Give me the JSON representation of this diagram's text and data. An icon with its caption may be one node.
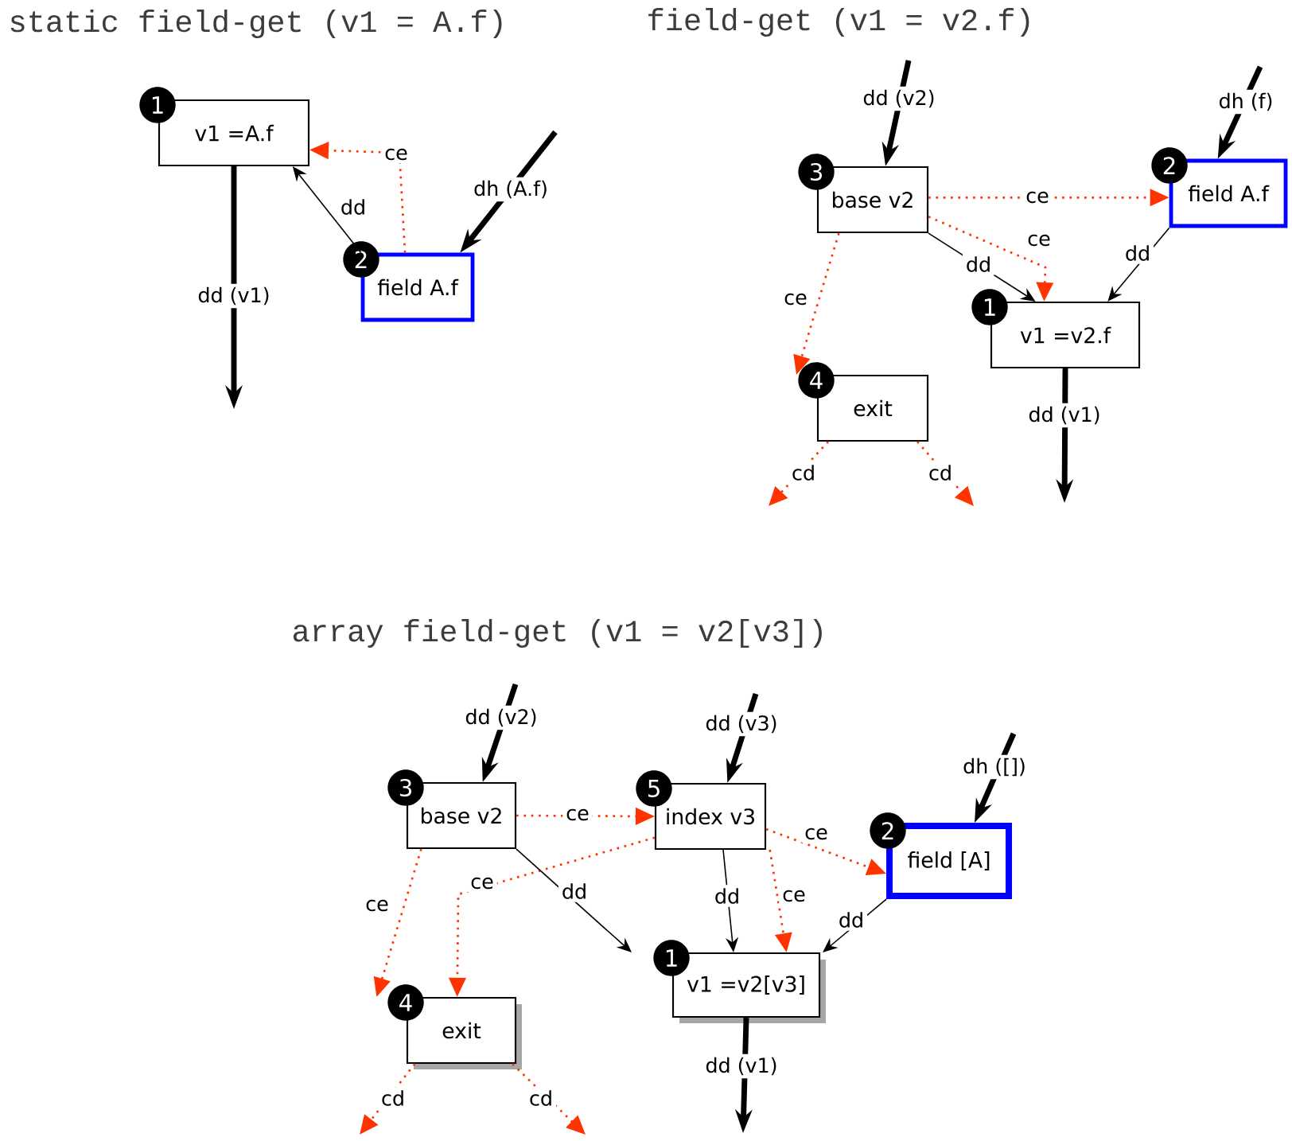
{
  "diagram": {
    "nodes": [
      {
        "text": [
          "v1 =A.f"
        ],
        "beside": [
          "1"
        ]
      },
      {
        "text": [
          "field A.f"
        ],
        "beside": [
          "2"
        ]
      },
      {
        "text": [
          "v1 =v2.f"
        ],
        "beside": [
          "1"
        ]
      },
      {
        "text": [
          "field A.f"
        ],
        "beside": [
          "2"
        ]
      },
      {
        "text": [
          "base v2"
        ],
        "beside": [
          "3"
        ]
      },
      {
        "text": [
          "exit"
        ],
        "beside": [
          "4"
        ]
      },
      {
        "text": [
          "v1 =v2[v3]"
        ],
        "beside": [
          "1"
        ]
      },
      {
        "text": [
          "field [A]"
        ],
        "beside": [
          "2"
        ]
      },
      {
        "text": [
          "base v2"
        ],
        "beside": [
          "3"
        ]
      },
      {
        "text": [
          "exit"
        ],
        "beside": [
          "4"
        ]
      },
      {
        "text": [
          "index v3"
        ],
        "beside": [
          "5"
        ]
      }
    ],
    "edges": [
      {
        "from": 1,
        "to": 0,
        "arrow": "to",
        "label": "dd"
      },
      {
        "from": 1,
        "to": 0,
        "arrow": "to",
        "label": "ce",
        "style": "dashed",
        "color": "#ff3300"
      },
      {
        "from": 0,
        "to": null,
        "arrow": "to",
        "label": "dd (v1)",
        "style": "thick"
      },
      {
        "from": null,
        "to": 1,
        "arrow": "to",
        "label": "dh (A.f)",
        "style": "thick"
      },
      {
        "from": null,
        "to": 4,
        "arrow": "to",
        "label": "dd (v2)",
        "style": "thick"
      },
      {
        "from": null,
        "to": 3,
        "arrow": "to",
        "label": "dh (f)",
        "style": "thick"
      },
      {
        "from": 4,
        "to": 3,
        "arrow": "to",
        "label": "ce",
        "style": "dashed",
        "color": "#ff3300"
      },
      {
        "from": 4,
        "to": 2,
        "arrow": "to",
        "label": "ce",
        "style": "dashed",
        "color": "#ff3300"
      },
      {
        "from": 4,
        "to": 2,
        "arrow": "to",
        "label": "dd"
      },
      {
        "from": 3,
        "to": 2,
        "arrow": "to",
        "label": "dd"
      },
      {
        "from": 4,
        "to": 5,
        "arrow": "to",
        "label": "ce",
        "style": "dashed",
        "color": "#ff3300"
      },
      {
        "from": 2,
        "to": null,
        "arrow": "to",
        "label": "dd (v1)",
        "style": "thick"
      },
      {
        "from": 5,
        "to": null,
        "arrow": "to",
        "label": "cd",
        "style": "dashed",
        "color": "#ff3300"
      },
      {
        "from": 5,
        "to": null,
        "arrow": "to",
        "label": "cd",
        "style": "dashed",
        "color": "#ff3300"
      },
      {
        "from": null,
        "to": 8,
        "arrow": "to",
        "label": "dd (v2)",
        "style": "thick"
      },
      {
        "from": null,
        "to": 10,
        "arrow": "to",
        "label": "dd (v3)",
        "style": "thick"
      },
      {
        "from": null,
        "to": 7,
        "arrow": "to",
        "label": "dh ([])",
        "style": "thick"
      },
      {
        "from": 8,
        "to": 10,
        "arrow": "to",
        "label": "ce",
        "style": "dashed",
        "color": "#ff3300"
      },
      {
        "from": 10,
        "to": 7,
        "arrow": "to",
        "label": "ce",
        "style": "dashed",
        "color": "#ff3300"
      },
      {
        "from": 8,
        "to": 9,
        "arrow": "to",
        "label": "ce",
        "style": "dashed",
        "color": "#ff3300"
      },
      {
        "from": 10,
        "to": 9,
        "arrow": "to",
        "label": "ce",
        "style": "dashed",
        "color": "#ff3300"
      },
      {
        "from": 8,
        "to": 6,
        "arrow": "to",
        "label": "dd"
      },
      {
        "from": 10,
        "to": 6,
        "arrow": "to",
        "label": "dd"
      },
      {
        "from": 10,
        "to": 6,
        "arrow": "to",
        "label": "ce",
        "style": "dashed",
        "color": "#ff3300"
      },
      {
        "from": 7,
        "to": 6,
        "arrow": "to",
        "label": "dd"
      },
      {
        "from": 6,
        "to": null,
        "arrow": "to",
        "label": "dd (v1)",
        "style": "thick"
      },
      {
        "from": 9,
        "to": null,
        "arrow": "to",
        "label": "cd",
        "style": "dashed",
        "color": "#ff3300"
      },
      {
        "from": 9,
        "to": null,
        "arrow": "to",
        "label": "cd",
        "style": "dashed",
        "color": "#ff3300"
      }
    ],
    "labels": [
      "static field-get (v1 = A.f)",
      "field-get (v1 = v2.f)",
      "array field-get (v1 = v2[v3])"
    ]
  }
}
